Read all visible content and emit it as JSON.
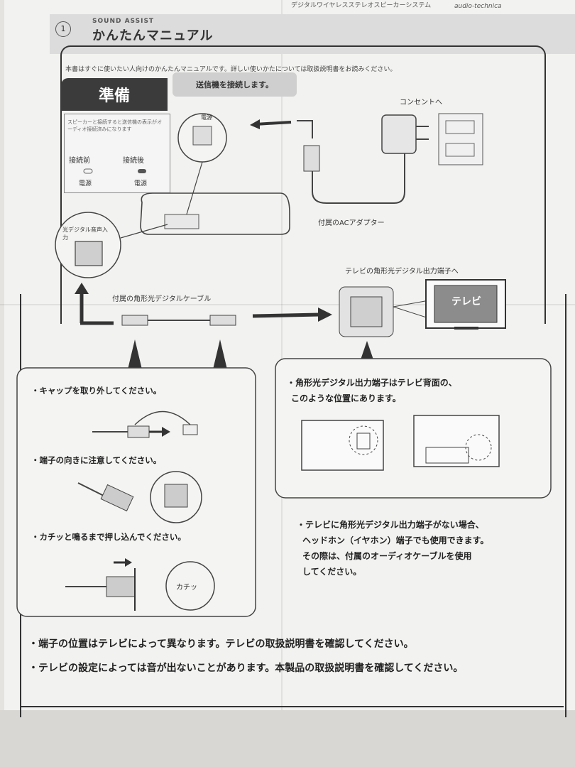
{
  "header": {
    "number": "1",
    "brand": "SOUND ASSIST",
    "title": "かんたんマニュアル",
    "product": "デジタルワイヤレスステレオスピーカーシステム",
    "maker": "audio-technica",
    "intro": "本書はすぐに使いたい人向けのかんたんマニュアルです。詳しい使いかたについては取扱説明書をお読みください。"
  },
  "prep": {
    "title": "準備",
    "subtitle": "送信機を接続します。",
    "status_note": "スピーカーと接続すると送信機の表示がオーディオ接続済みになります",
    "before": "接続前",
    "after": "接続後",
    "power1": "電源",
    "power2": "電源",
    "power_jack_label": "電源",
    "toslink_label": "光デジタル音声入力",
    "outlet_label": "コンセントへ",
    "adapter_label": "付属のACアダプター",
    "optical_cable_label": "付属の角形光デジタルケーブル",
    "tv_port_label": "テレビの角形光デジタル出力端子へ",
    "tv_label": "テレビ"
  },
  "steps": {
    "cap": "・キャップを取り外してください。",
    "orientation": "・端子の向きに注意してください。",
    "push": "・カチッと鳴るまで押し込んでください。",
    "click": "カチッ"
  },
  "tv_panel": {
    "line1": "・角形光デジタル出力端子はテレビ背面の、",
    "line2": "このような位置にあります。"
  },
  "note": {
    "line1": "・テレビに角形光デジタル出力端子がない場合、",
    "line2": "ヘッドホン（イヤホン）端子でも使用できます。",
    "line3": "その際は、付属のオーディオケーブルを使用",
    "line4": "してください。"
  },
  "footer": {
    "line1": "・端子の位置はテレビによって異なります。テレビの取扱説明書を確認してください。",
    "line2": "・テレビの設定によっては音が出ないことがあります。本製品の取扱説明書を確認してください。"
  }
}
